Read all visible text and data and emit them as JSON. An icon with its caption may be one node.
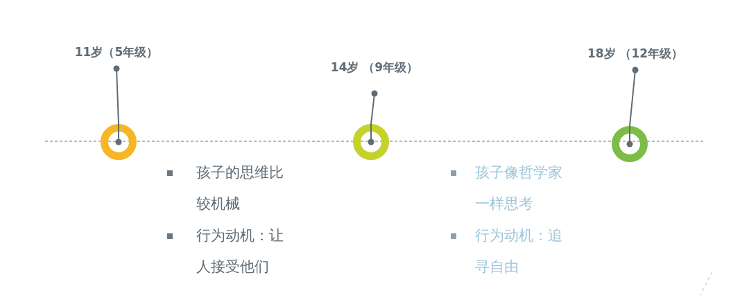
{
  "diagram": {
    "nodes": [
      {
        "text": [
          "11岁（5年级）"
        ]
      },
      {
        "text": [],
        "shape": "circle"
      },
      {
        "text": [
          "14岁 （9年级）"
        ]
      },
      {
        "text": [],
        "shape": "circle"
      },
      {
        "text": [
          "18岁 （12年级）"
        ]
      },
      {
        "text": [],
        "shape": "circle"
      }
    ],
    "edges": [
      {
        "from": 0,
        "to": 1,
        "arrow": "other"
      },
      {
        "from": 2,
        "to": 3,
        "arrow": "other"
      },
      {
        "from": 4,
        "to": 5,
        "arrow": "other"
      }
    ],
    "labels": [
      "孩子的思维比较机械",
      "行为动机：让人接受他们",
      "孩子像哲学家一样思考",
      "行为动机：追寻自由"
    ]
  }
}
